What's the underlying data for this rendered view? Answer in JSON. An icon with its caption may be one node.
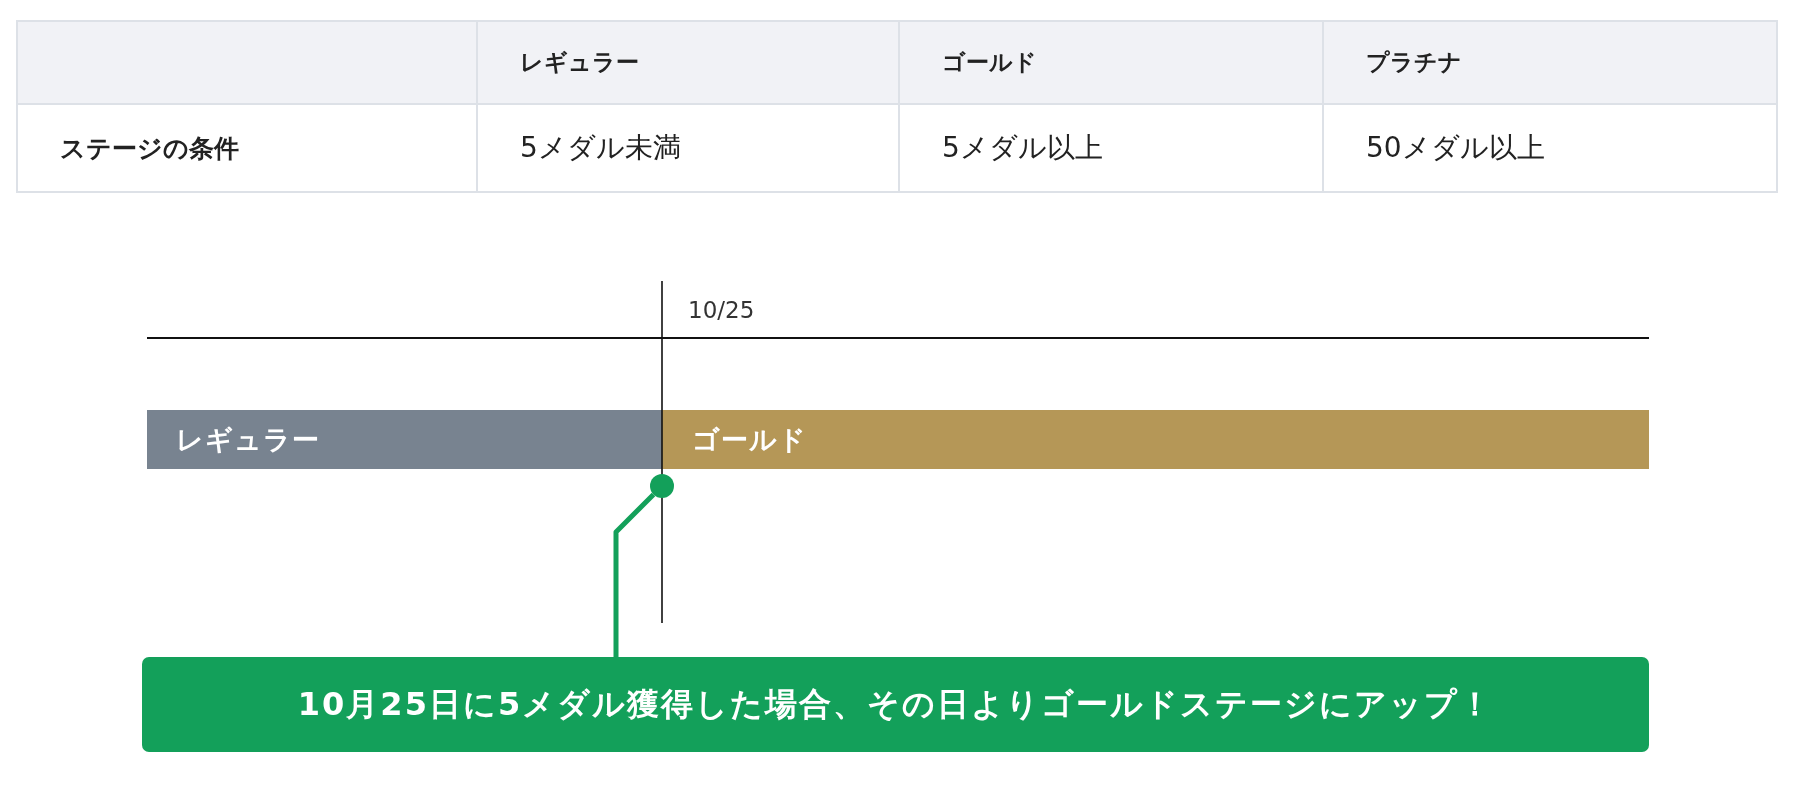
{
  "diagram": {
    "nodes": [
      {
        "text": [
          "レギュラー"
        ]
      },
      {
        "text": [
          "ゴールド"
        ]
      },
      {
        "text": [
          "10月25日に5メダル獲得した場合、その日よりゴールドステージにアップ！"
        ]
      },
      {
        "text": [],
        "shape": "circle"
      }
    ],
    "edges": [
      {
        "from": 2,
        "to": 3,
        "arrow": "none"
      }
    ],
    "labels": [
      "レギュラー",
      "ゴールド",
      "プラチナ",
      "ステージの条件",
      "5メダル未満",
      "5メダル以上",
      "50メダル以上",
      "10/25"
    ]
  }
}
